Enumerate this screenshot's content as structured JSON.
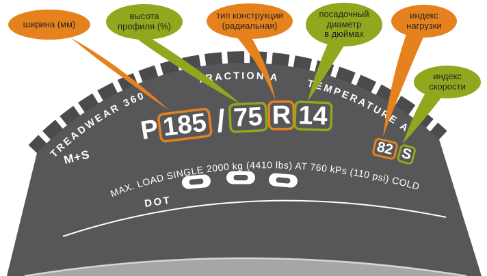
{
  "colors": {
    "orange": "#E6821E",
    "green": "#92A71D",
    "tire": "#57575A",
    "tread": "#4B4B4E",
    "bead_band": "#A6A6A8",
    "text_on_tire": "#FFFFFF",
    "bubble_text": "#232323"
  },
  "callouts": [
    {
      "label": "ширина (мм)",
      "color": "orange"
    },
    {
      "label": "высота\nпрофиля (%)",
      "color": "green"
    },
    {
      "label": "тип конструкции\n(радиальная)",
      "color": "orange"
    },
    {
      "label": "посадочный\nдиаметр\nв дюймах",
      "color": "green"
    },
    {
      "label": "индекс\nнагрузки",
      "color": "orange"
    },
    {
      "label": "индекс\nскорости",
      "color": "green"
    }
  ],
  "tire": {
    "uniformity_grades": {
      "left": "TREADWEAR 360",
      "middle": "TRACTION A",
      "right": "TEMPERATURE A"
    },
    "mud_snow_label": "M+S",
    "size_marking": {
      "type_prefix": "P",
      "width_mm": "185",
      "separator": "/",
      "aspect_ratio": "75",
      "construction": "R",
      "rim_diameter": "14",
      "load_index": "82",
      "speed_index": "S"
    },
    "max_load_text": "MAX. LOAD SINGLE 2000 kg (4410 lbs) AT 760 kPs (110 psi) COLD",
    "dot_label": "DOT"
  }
}
